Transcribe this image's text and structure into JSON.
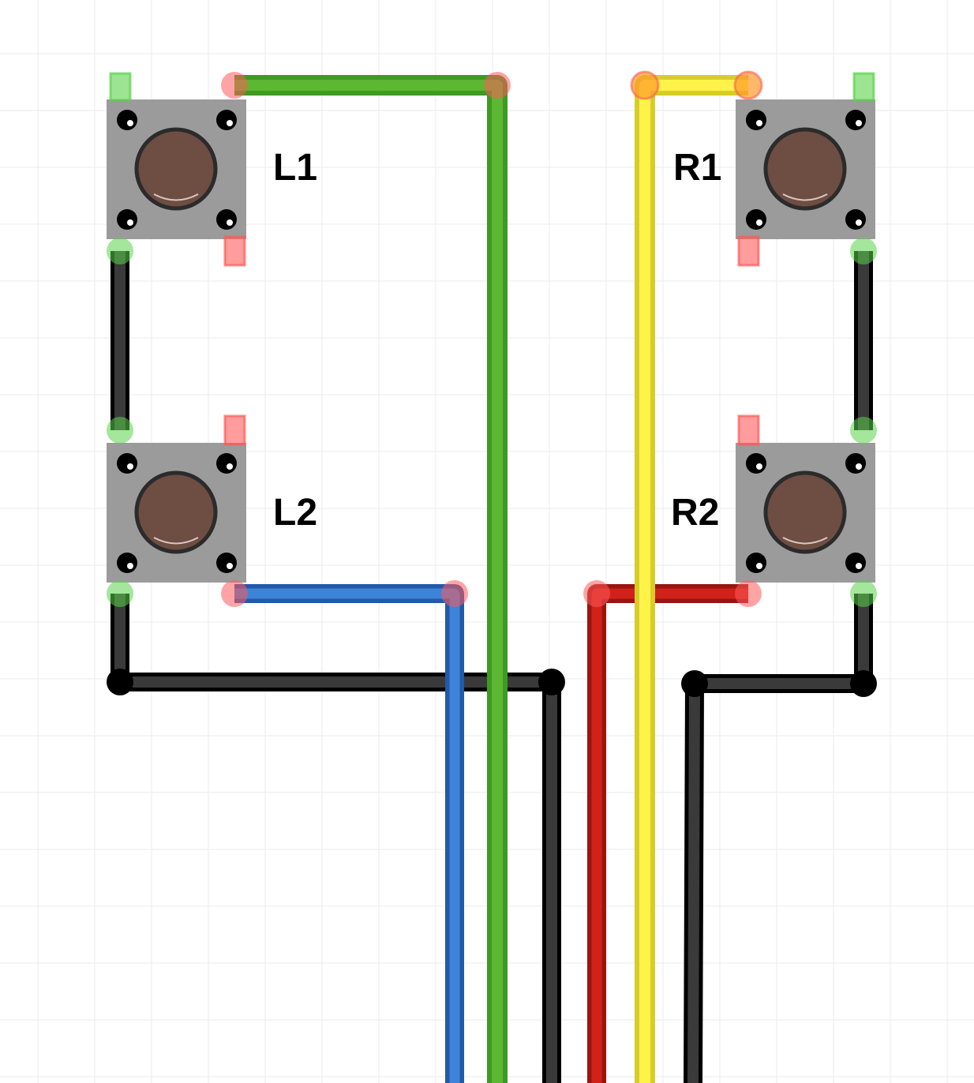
{
  "diagram": {
    "colors": {
      "background": "#ffffff",
      "grid": "#ebebeb",
      "button_body": "#9b9b9b",
      "button_cap": "#6e4d42",
      "button_cap_ring": "#2b2b2b",
      "corner_hole": "#000000",
      "pin_highlight_green": "#5ad24a",
      "pin_highlight_red": "#ff5a5a",
      "pin_highlight_orange": "#ff9a2a"
    },
    "buttons": [
      {
        "id": "L1",
        "label": "L1"
      },
      {
        "id": "L2",
        "label": "L2"
      },
      {
        "id": "R1",
        "label": "R1"
      },
      {
        "id": "R2",
        "label": "R2"
      }
    ],
    "wires": [
      {
        "id": "green-signal-l1",
        "color": "#5cb832",
        "edge": "#3f9a22"
      },
      {
        "id": "blue-signal-l2",
        "color": "#3c84d8",
        "edge": "#2458a8"
      },
      {
        "id": "black-ground-left",
        "color": "#3a3a3a",
        "edge": "#000000"
      },
      {
        "id": "red-signal-r2",
        "color": "#d0221a",
        "edge": "#9a1510"
      },
      {
        "id": "yellow-signal-r1",
        "color": "#fff34a",
        "edge": "#d8cc2a"
      },
      {
        "id": "black-ground-right",
        "color": "#3a3a3a",
        "edge": "#000000"
      }
    ]
  }
}
